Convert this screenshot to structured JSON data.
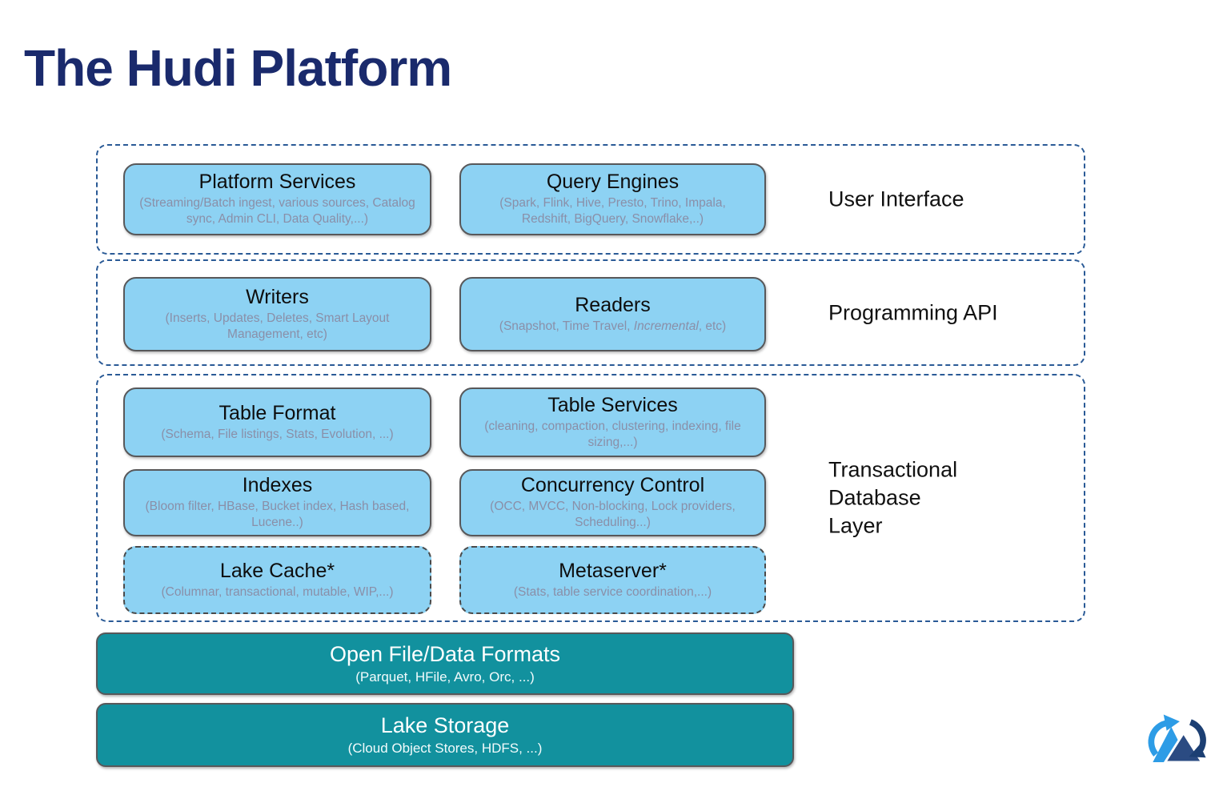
{
  "title": "The Hudi Platform",
  "sections": [
    {
      "label": "User Interface",
      "boxes": [
        {
          "title": "Platform Services",
          "subtitle": "(Streaming/Batch ingest, various sources, Catalog sync, Admin CLI, Data Quality,...)"
        },
        {
          "title": "Query Engines",
          "subtitle": "(Spark, Flink, Hive, Presto, Trino, Impala, Redshift, BigQuery, Snowflake,..)"
        }
      ]
    },
    {
      "label": "Programming API",
      "boxes": [
        {
          "title": "Writers",
          "subtitle": "(Inserts, Updates, Deletes, Smart Layout Management, etc)"
        },
        {
          "title": "Readers",
          "subtitle_prefix": "(Snapshot, Time Travel, ",
          "subtitle_italic": "Incremental",
          "subtitle_suffix": ", etc)"
        }
      ]
    },
    {
      "label": "Transactional Database Layer",
      "boxes": [
        {
          "title": "Table Format",
          "subtitle": "(Schema, File listings, Stats, Evolution, ...)"
        },
        {
          "title": "Table Services",
          "subtitle": "(cleaning, compaction, clustering, indexing, file sizing,...)"
        },
        {
          "title": "Indexes",
          "subtitle": "(Bloom filter, HBase, Bucket index, Hash based, Lucene..)"
        },
        {
          "title": "Concurrency Control",
          "subtitle": "(OCC, MVCC, Non-blocking, Lock providers, Scheduling...)"
        },
        {
          "title": "Lake Cache*",
          "subtitle": "(Columnar, transactional, mutable, WIP,...)"
        },
        {
          "title": "Metaserver*",
          "subtitle": "(Stats, table service coordination,...)"
        }
      ]
    }
  ],
  "bars": [
    {
      "title": "Open File/Data Formats",
      "subtitle": "(Parquet, HFile, Avro, Orc, ...)"
    },
    {
      "title": "Lake Storage",
      "subtitle": "(Cloud Object Stores, HDFS, ...)"
    }
  ],
  "logo_icon": "hudi-triangles-sync-icon",
  "colors": {
    "title_navy": "#1a2a6c",
    "box_fill": "#8dd2f3",
    "box_border": "#58585a",
    "section_dash_border": "#2a5a96",
    "subtitle_gray": "#8a8fa8",
    "teal_bar": "#12919e",
    "logo_light_blue": "#2d9ce6",
    "logo_dark_blue": "#1c3f73",
    "logo_mid_blue": "#2b4b82"
  }
}
